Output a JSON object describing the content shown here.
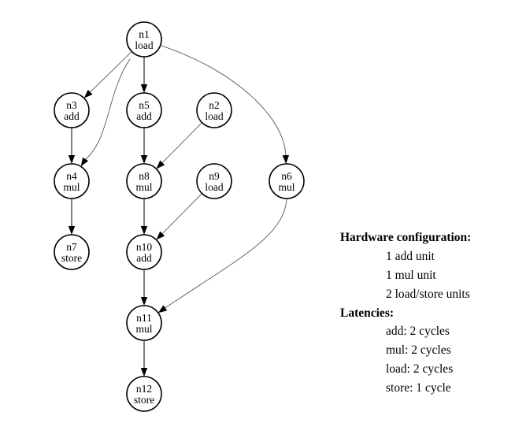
{
  "graph": {
    "nodes": [
      {
        "id": "n1",
        "op": "load"
      },
      {
        "id": "n3",
        "op": "add"
      },
      {
        "id": "n5",
        "op": "add"
      },
      {
        "id": "n2",
        "op": "load"
      },
      {
        "id": "n4",
        "op": "mul"
      },
      {
        "id": "n8",
        "op": "mul"
      },
      {
        "id": "n9",
        "op": "load"
      },
      {
        "id": "n6",
        "op": "mul"
      },
      {
        "id": "n7",
        "op": "store"
      },
      {
        "id": "n10",
        "op": "add"
      },
      {
        "id": "n11",
        "op": "mul"
      },
      {
        "id": "n12",
        "op": "store"
      }
    ],
    "edges": [
      {
        "from": "n1",
        "to": "n3"
      },
      {
        "from": "n1",
        "to": "n4"
      },
      {
        "from": "n1",
        "to": "n5"
      },
      {
        "from": "n1",
        "to": "n6"
      },
      {
        "from": "n3",
        "to": "n4"
      },
      {
        "from": "n5",
        "to": "n8"
      },
      {
        "from": "n2",
        "to": "n8"
      },
      {
        "from": "n4",
        "to": "n7"
      },
      {
        "from": "n8",
        "to": "n10"
      },
      {
        "from": "n9",
        "to": "n10"
      },
      {
        "from": "n10",
        "to": "n11"
      },
      {
        "from": "n6",
        "to": "n11"
      },
      {
        "from": "n11",
        "to": "n12"
      }
    ]
  },
  "info": {
    "hardware_title": "Hardware configuration:",
    "hardware_items": [
      "1 add unit",
      "1 mul unit",
      "2 load/store units"
    ],
    "latencies_title": "Latencies:",
    "latency_items": [
      "add: 2 cycles",
      "mul: 2 cycles",
      "load: 2 cycles",
      "store: 1 cycle"
    ]
  }
}
